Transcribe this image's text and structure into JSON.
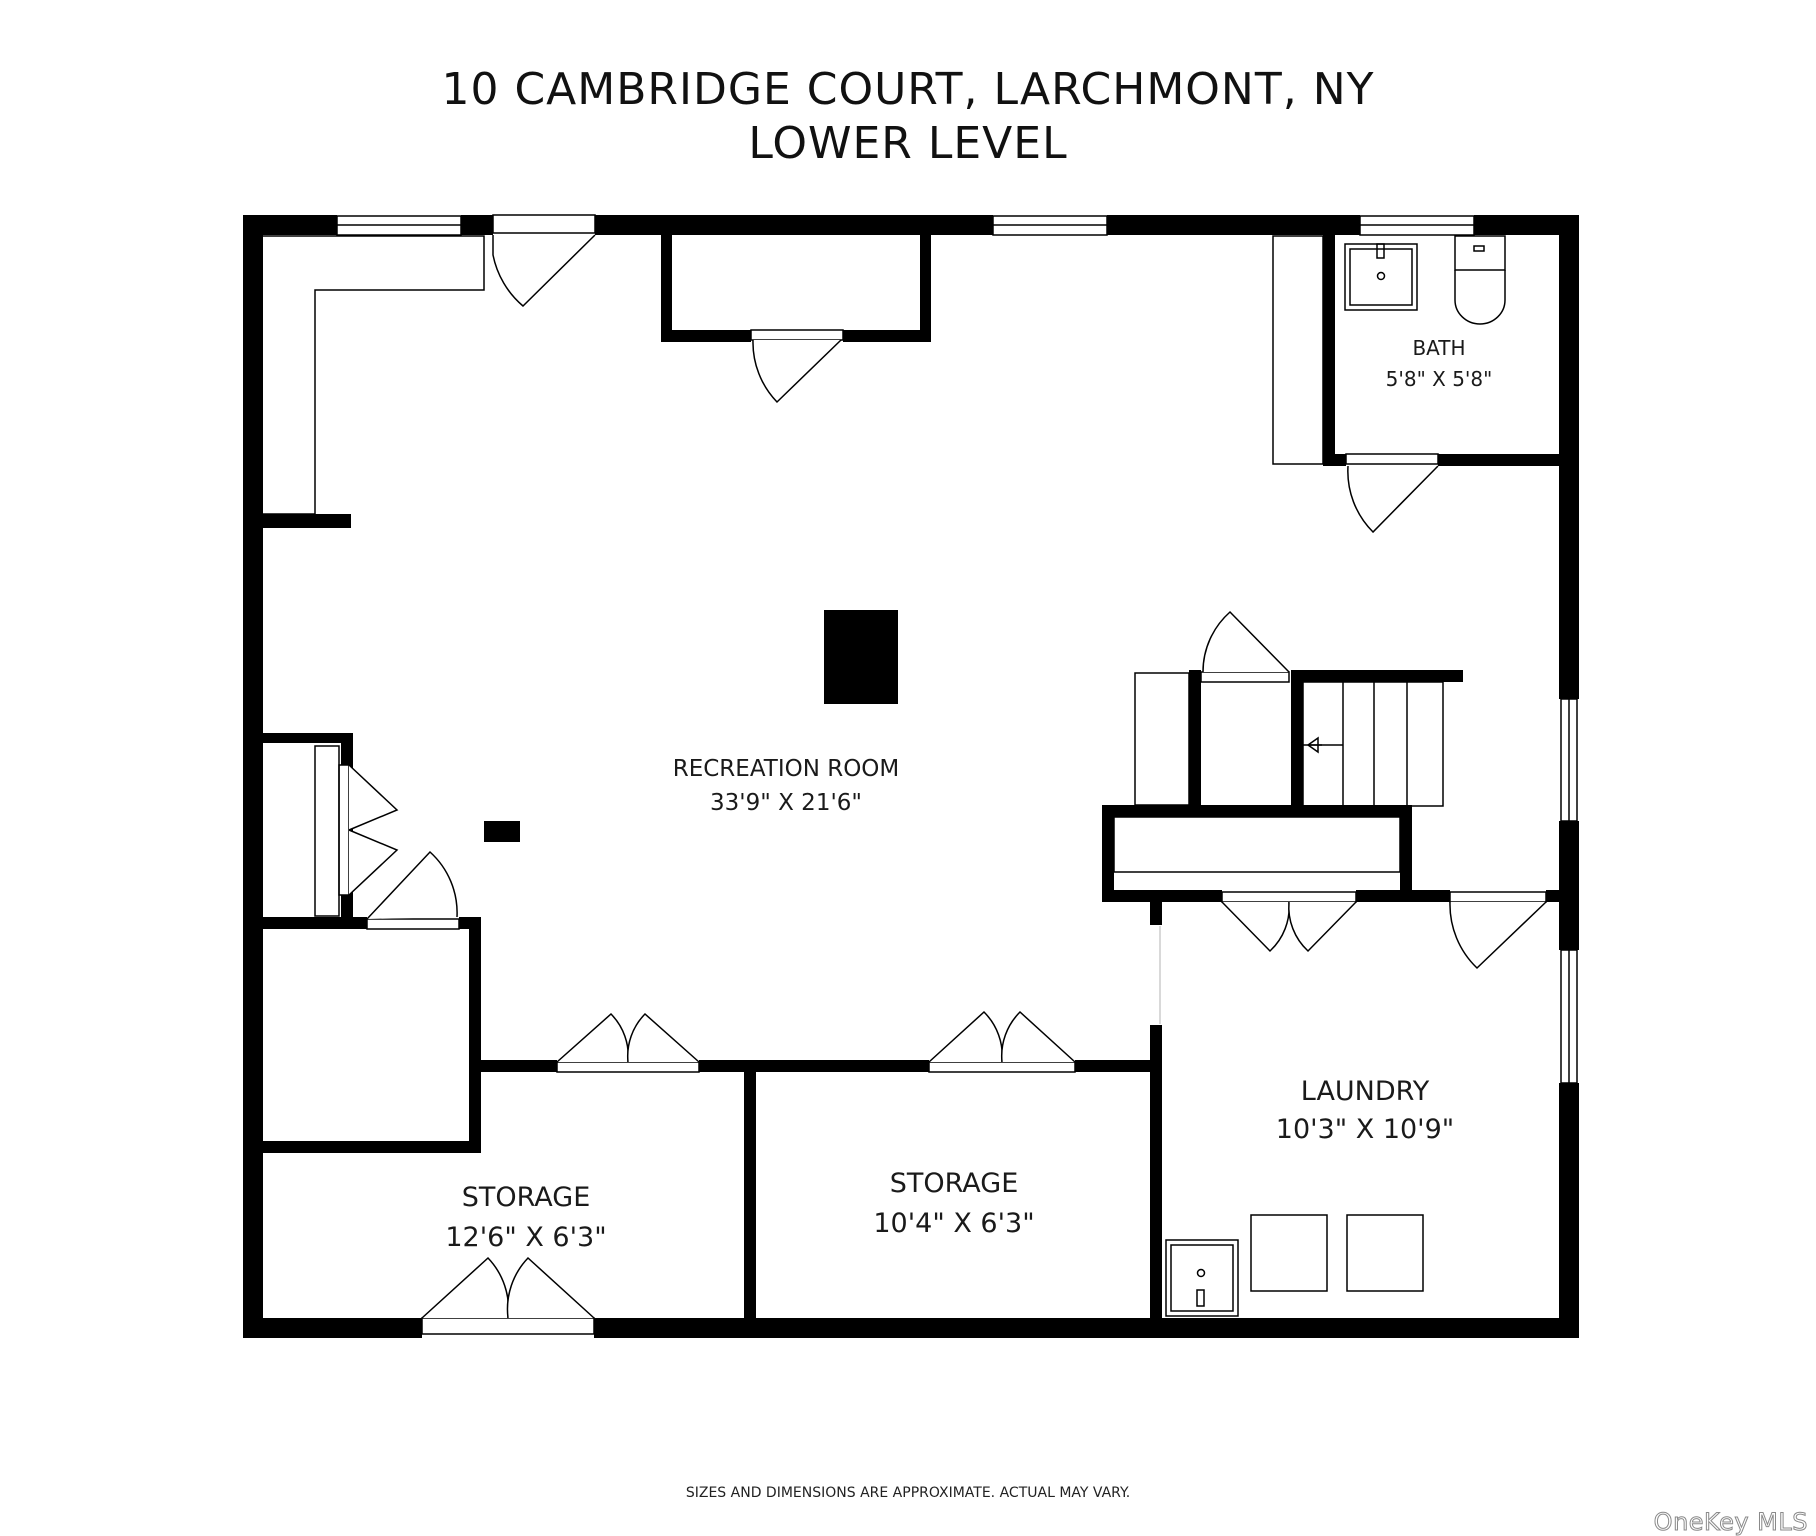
{
  "header": {
    "address": "10 CAMBRIDGE COURT, LARCHMONT, NY",
    "level": "LOWER LEVEL"
  },
  "rooms": {
    "bath": {
      "name": "BATH",
      "dims": "5'8\" X 5'8\""
    },
    "recreation": {
      "name": "RECREATION ROOM",
      "dims": "33'9\" X 21'6\""
    },
    "laundry": {
      "name": "LAUNDRY",
      "dims": "10'3\" X 10'9\""
    },
    "storage_left": {
      "name": "STORAGE",
      "dims": "12'6\" X 6'3\""
    },
    "storage_mid": {
      "name": "STORAGE",
      "dims": "10'4\" X 6'3\""
    }
  },
  "footer": {
    "disclaimer": "SIZES AND DIMENSIONS ARE APPROXIMATE. ACTUAL MAY VARY.",
    "watermark": "OneKey MLS"
  },
  "colors": {
    "wall": "#000000",
    "background": "#ffffff"
  }
}
